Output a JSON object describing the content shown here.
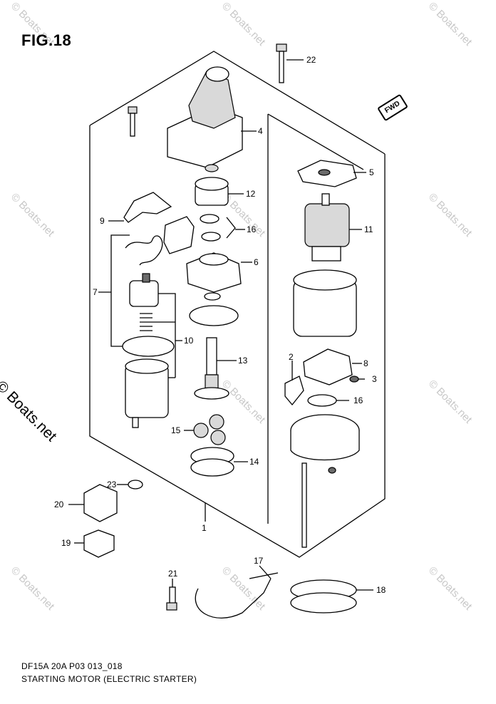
{
  "figure": {
    "title": "FIG.18",
    "fwd_label": "FWD",
    "drawing_code": "DF15A 20A P03 013_018",
    "description": "STARTING MOTOR (ELECTRIC STARTER)"
  },
  "watermark": "© Boats.net",
  "callouts": [
    "22",
    "4",
    "5",
    "12",
    "9",
    "16",
    "11",
    "6",
    "7",
    "10",
    "13",
    "2",
    "8",
    "3",
    "16",
    "15",
    "14",
    "23",
    "20",
    "1",
    "19",
    "21",
    "17",
    "18"
  ]
}
